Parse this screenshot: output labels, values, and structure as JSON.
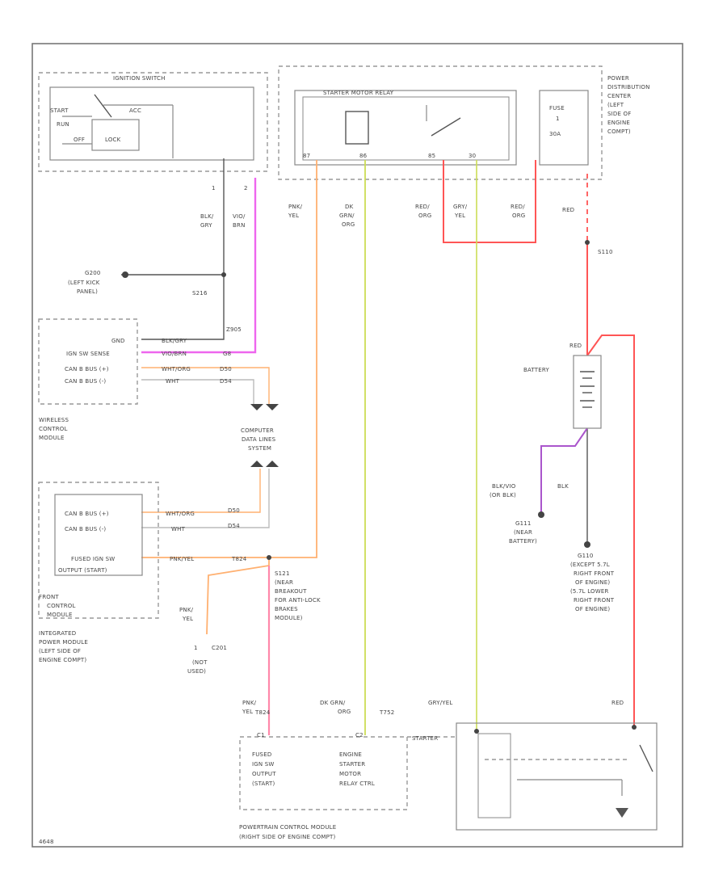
{
  "colors": {
    "pink": "#ee66ee",
    "orange": "#ffb070",
    "yellow_green": "#ccdd55",
    "red": "#ff5555",
    "violet": "#aa55cc",
    "gray": "#bbbbbb",
    "black": "#555555"
  },
  "ignition": {
    "title": "IGNITION SWITCH",
    "start": "START",
    "run": "RUN",
    "off": "OFF",
    "lock": "LOCK",
    "acc": "ACC",
    "pin1": "1",
    "pin2": "2"
  },
  "pdc": {
    "title_lines": [
      "POWER",
      "DISTRIBUTION",
      "CENTER",
      "(LEFT",
      "SIDE OF",
      "ENGINE",
      "COMPT)"
    ],
    "relay_title": "STARTER MOTOR RELAY",
    "fuse_lines": [
      "FUSE",
      "1",
      "30A"
    ],
    "relay_pin_left": "87",
    "relay_pin_mid": "86",
    "relay_pin_r1": "85",
    "relay_pin_r2": "30"
  },
  "wires": {
    "blk_gry": [
      "BLK/",
      "GRY"
    ],
    "vio_brn": [
      "VIO/",
      "BRN"
    ],
    "pnk_yel": [
      "PNK/",
      "YEL"
    ],
    "dkgrn_org": [
      "DK",
      "GRN/",
      "ORG"
    ],
    "red_org_a": [
      "RED/",
      "ORG"
    ],
    "gry_yel": [
      "GRY/",
      "YEL"
    ],
    "red_org_b": [
      "RED/",
      "ORG"
    ],
    "red": "RED",
    "blk": "BLK",
    "blk_vio": [
      "BLK/VIO",
      "(OR BLK)"
    ],
    "pnk_yel_b": [
      "PNK/",
      "YEL"
    ],
    "pnk_yel_c": [
      "PNK/",
      "YEL"
    ],
    "dkgrn_org_b": [
      "DK GRN/",
      "ORG"
    ],
    "gry_yel_b": "GRY/YEL",
    "red_b": "RED",
    "red_c": "RED"
  },
  "grounds": {
    "g200": "G200",
    "g200_loc": [
      "(LEFT KICK",
      "PANEL)"
    ],
    "s216": "S216",
    "s110": "S110",
    "g111": "G111",
    "g111_loc": [
      "(NEAR",
      "BATTERY)"
    ],
    "g110": "G110",
    "g110_loc": [
      "(EXCEPT 5.7L",
      "RIGHT FRONT",
      "OF ENGINE)",
      "(5.7L LOWER",
      "RIGHT FRONT",
      "OF ENGINE)"
    ]
  },
  "wcm": {
    "name": [
      "WIRELESS",
      "CONTROL",
      "MODULE"
    ],
    "gnd": "GND",
    "ign_sw_sense": "IGN SW SENSE",
    "canb_pos": "CAN B BUS (+)",
    "canb_neg": "CAN B BUS (-)",
    "w1": "BLK/GRY",
    "w1c": "Z905",
    "w2": "VIO/BRN",
    "w2c": "G8",
    "w3": "WHT/ORG",
    "w3c": "D50",
    "w4": "WHT",
    "w4c": "D54"
  },
  "cdls": [
    "COMPUTER",
    "DATA LINES",
    "SYSTEM"
  ],
  "fcm": {
    "name": [
      "FRONT",
      "CONTROL",
      "MODULE"
    ],
    "ipm": [
      "INTEGRATED",
      "POWER MODULE",
      "(LEFT SIDE OF",
      "ENGINE COMPT)"
    ],
    "canb_pos": "CAN B BUS (+)",
    "canb_neg": "CAN B BUS (-)",
    "fused": "FUSED IGN SW",
    "output": "OUTPUT (START)",
    "w1": "WHT/ORG",
    "w1c": "D50",
    "w2": "WHT",
    "w2c": "D54",
    "w3": "PNK/YEL",
    "w3c": "T824"
  },
  "splices": {
    "s121": [
      "S121",
      "(NEAR",
      "BREAKOUT",
      "FOR ANTI-LOCK",
      "BRAKES",
      "MODULE)"
    ],
    "c201": "C201",
    "c201_note": [
      "(NOT",
      "USED)"
    ],
    "c201_pin": "1"
  },
  "pcm": {
    "name": [
      "POWERTRAIN CONTROL MODULE",
      "(RIGHT SIDE OF ENGINE COMPT)"
    ],
    "left_lines": [
      "FUSED",
      "IGN SW",
      "OUTPUT",
      "(START)"
    ],
    "right_lines": [
      "ENGINE",
      "STARTER",
      "MOTOR",
      "RELAY CTRL"
    ],
    "pin_left": "C1",
    "pin_right": "C2",
    "circuit_left": "T824",
    "circuit_right": "T752"
  },
  "starter": {
    "title": "STARTER",
    "battery": "BATTERY"
  },
  "footer": "4648"
}
